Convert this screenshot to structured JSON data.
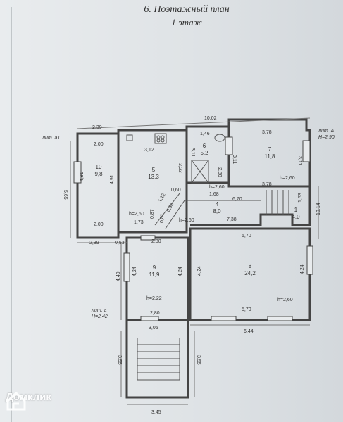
{
  "header": {
    "title": "6. Поэтажный план",
    "subtitle": "1 этаж"
  },
  "rooms": [
    {
      "id": "1",
      "area": "4,0"
    },
    {
      "id": "4",
      "area": "8,0"
    },
    {
      "id": "5",
      "area": "13,3"
    },
    {
      "id": "6",
      "area": "5,2"
    },
    {
      "id": "7",
      "area": "11,8"
    },
    {
      "id": "8",
      "area": "24,2"
    },
    {
      "id": "9",
      "area": "11,9"
    },
    {
      "id": "10",
      "area": "9,8"
    }
  ],
  "dimensions": {
    "total_width": "10,02",
    "top_left": "2,39",
    "room10_top": "2,00",
    "room10_bottom": "2,00",
    "left_height": "5,65",
    "room10_h1": "4,91",
    "room10_h2": "4,91",
    "room5_top": "3,12",
    "room5_right": "3,23",
    "room5_bottom": "1,73",
    "room5_height": "h=2,60",
    "room6_top": "1,46",
    "room6_left": "3,11",
    "room6_right": "2,80",
    "room6_bottom": "1,68",
    "room6_height": "h=2,60",
    "room7_top": "3,78",
    "room7_bottom": "3,78",
    "room7_left": "3,11",
    "room7_right": "3,11",
    "room7_height": "h=2,60",
    "diag_1": "1,12",
    "diag_2": "0,60",
    "diag_3": "0,87",
    "diag_4": "0,81",
    "diag_5": "0,96",
    "corridor_height": "h=2,60",
    "corridor_width": "6,70",
    "stair_width": "7,38",
    "room1_w": "1,53",
    "room1_h": "10,14",
    "bottom_left": "2,39",
    "bottom_small": "0,53",
    "room9_top": "2,80",
    "room9_bottom": "2,80",
    "room9_left": "4,24",
    "room9_right": "4,24",
    "room9_outer": "4,49",
    "room9_height": "h=2,22",
    "room8_top": "5,70",
    "room8_bottom": "5,70",
    "room8_left": "4,24",
    "room8_right": "4,24",
    "room8_height": "h=2,60",
    "lower_width": "3,05",
    "lower_total": "6,44",
    "porch_left": "3,55",
    "porch_right": "3,55",
    "porch_bottom": "3,45"
  },
  "annotations": {
    "lit_a1": "лит. а1",
    "lit_a": "лит. а",
    "lit_a_h": "H=2,42",
    "lit_right": "лит. А",
    "lit_right_h": "H=2,90"
  },
  "watermark": {
    "brand": "Домклик"
  }
}
